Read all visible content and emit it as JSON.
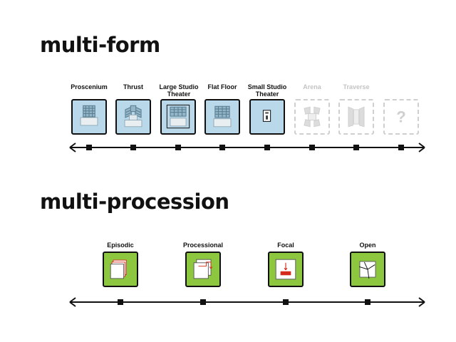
{
  "multi_form": {
    "title": "multi-form",
    "items": [
      {
        "label": "Proscenium",
        "active": true
      },
      {
        "label": "Thrust",
        "active": true
      },
      {
        "label": "Large Studio\nTheater",
        "active": true
      },
      {
        "label": "Flat Floor",
        "active": true
      },
      {
        "label": "Small Studio\nTheater",
        "active": true
      },
      {
        "label": "Arena",
        "active": false
      },
      {
        "label": "Traverse",
        "active": false
      },
      {
        "label": "",
        "active": false,
        "glyph": "?"
      }
    ]
  },
  "multi_procession": {
    "title": "multi-procession",
    "items": [
      {
        "label": "Episodic"
      },
      {
        "label": "Processional"
      },
      {
        "label": "Focal"
      },
      {
        "label": "Open"
      }
    ]
  },
  "colors": {
    "form_fill": "#b9d8ea",
    "procession_fill": "#8dc63f",
    "inactive": "#cfcfcf",
    "accent": "#d52b1e"
  }
}
